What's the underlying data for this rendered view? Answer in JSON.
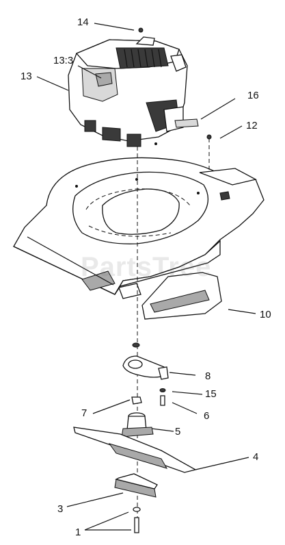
{
  "watermark": "PartsTree",
  "callouts": {
    "c14": "14",
    "c13_3": "13:3",
    "c13": "13",
    "c16": "16",
    "c12": "12",
    "c10": "10",
    "c8": "8",
    "c15": "15",
    "c7": "7",
    "c6": "6",
    "c5": "5",
    "c4": "4",
    "c3": "3",
    "c1": "1"
  }
}
